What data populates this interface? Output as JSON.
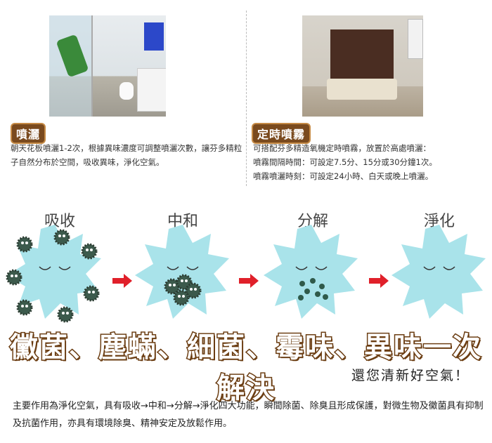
{
  "left": {
    "badge": "噴灑",
    "desc": "朝天花板噴灑1-2次，根據異味濃度可調整噴灑次數，讓芬多精粒子自然分布於空間，吸收異味，淨化空氣。"
  },
  "right": {
    "badge": "定時噴霧",
    "lines": [
      "可搭配芬多精造氧機定時噴霧，放置於高處噴灑：",
      "噴霧間隔時間：可設定7.5分、15分或30分鐘1次。",
      "噴霧噴灑時刻：可設定24小時、白天或晚上噴灑。"
    ]
  },
  "stages": [
    "吸收",
    "中和",
    "分解",
    "淨化"
  ],
  "headline": "黴菌、塵蟎、細菌、霉味、異味一次解決",
  "subheadline": "還您清新好空氣！",
  "footer": "主要作用為淨化空氣，具有吸收→中和→分解→淨化四大功能，瞬間除菌、除臭且形成保護，對微生物及黴菌具有抑制及抗菌作用，亦具有環境除臭、精神安定及放鬆作用。",
  "colors": {
    "star": "#a9e3ea",
    "arrow": "#e0202a",
    "badge": "#7a4a1e"
  }
}
